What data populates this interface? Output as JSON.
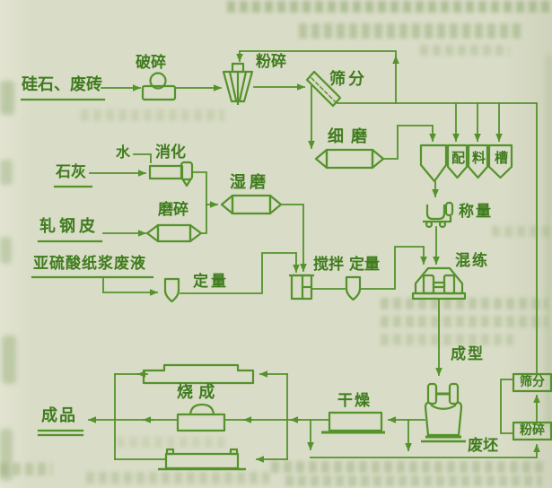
{
  "colors": {
    "line": "#54922c",
    "text": "#3f7c1e",
    "paper": "#d9dcc6",
    "bleed": "#8fa873"
  },
  "diagram": {
    "description": "Scanned book flow diagram of silica (lime-silica) brick production process",
    "labels": {
      "input_silica": "硅石、废砖",
      "crush": "破碎",
      "pulverize": "粉碎",
      "screen": "筛分",
      "fine_mill": "细磨",
      "water": "水",
      "slake": "消化",
      "lime": "石灰",
      "grind": "磨碎",
      "mill_scale": "轧钢皮",
      "wet_mill": "湿磨",
      "bin_char_1": "配",
      "bin_char_2": "料",
      "bin_char_3": "槽",
      "weigh": "称量",
      "sulfite_liquor": "亚硫酸纸浆废液",
      "meter_1": "定量",
      "stir": "搅拌",
      "meter_2": "定量",
      "knead": "混练",
      "form": "成型",
      "fire": "烧 成",
      "dry": "干燥",
      "waste_blank": "废坯",
      "product": "成品",
      "screen_2": "筛分",
      "pulverize_2": "粉碎"
    }
  }
}
